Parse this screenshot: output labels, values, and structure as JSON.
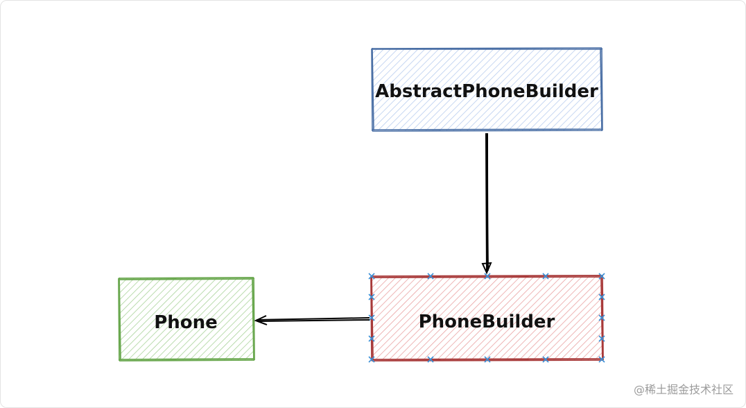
{
  "nodes": {
    "abstract_builder": {
      "label": "AbstractPhoneBuilder",
      "stroke": "#4a6fa5",
      "fill": "#c9d8f2"
    },
    "phone_builder": {
      "label": "PhoneBuilder",
      "stroke": "#a83a3a",
      "fill": "#f0b3b3",
      "handle_color": "#3a8fd6"
    },
    "phone": {
      "label": "Phone",
      "stroke": "#6aa84f",
      "fill": "#b8dba8"
    }
  },
  "edges": [
    {
      "from": "abstract_builder",
      "to": "phone_builder",
      "color": "#000000"
    },
    {
      "from": "phone_builder",
      "to": "phone",
      "color": "#000000"
    }
  ],
  "watermark": "@稀土掘金技术社区"
}
